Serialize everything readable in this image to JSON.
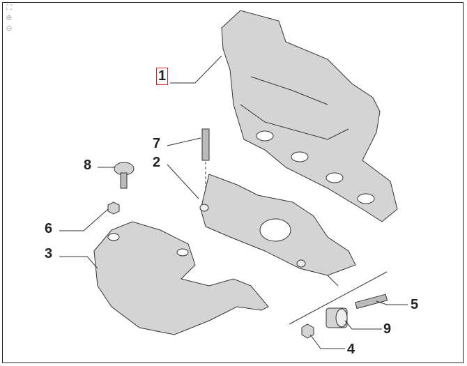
{
  "toolbar": {
    "items": [
      {
        "icon": "fit-page-icon"
      },
      {
        "icon": "zoom-in-icon"
      },
      {
        "icon": "zoom-out-icon"
      }
    ]
  },
  "callouts": [
    {
      "number": "1",
      "selected": true
    },
    {
      "number": "7"
    },
    {
      "number": "2"
    },
    {
      "number": "8"
    },
    {
      "number": "6"
    },
    {
      "number": "3"
    },
    {
      "number": "5"
    },
    {
      "number": "9"
    },
    {
      "number": "4"
    }
  ],
  "colors": {
    "selection": "#e02020",
    "part_fill": "#cfcfcf",
    "line": "#333333"
  }
}
